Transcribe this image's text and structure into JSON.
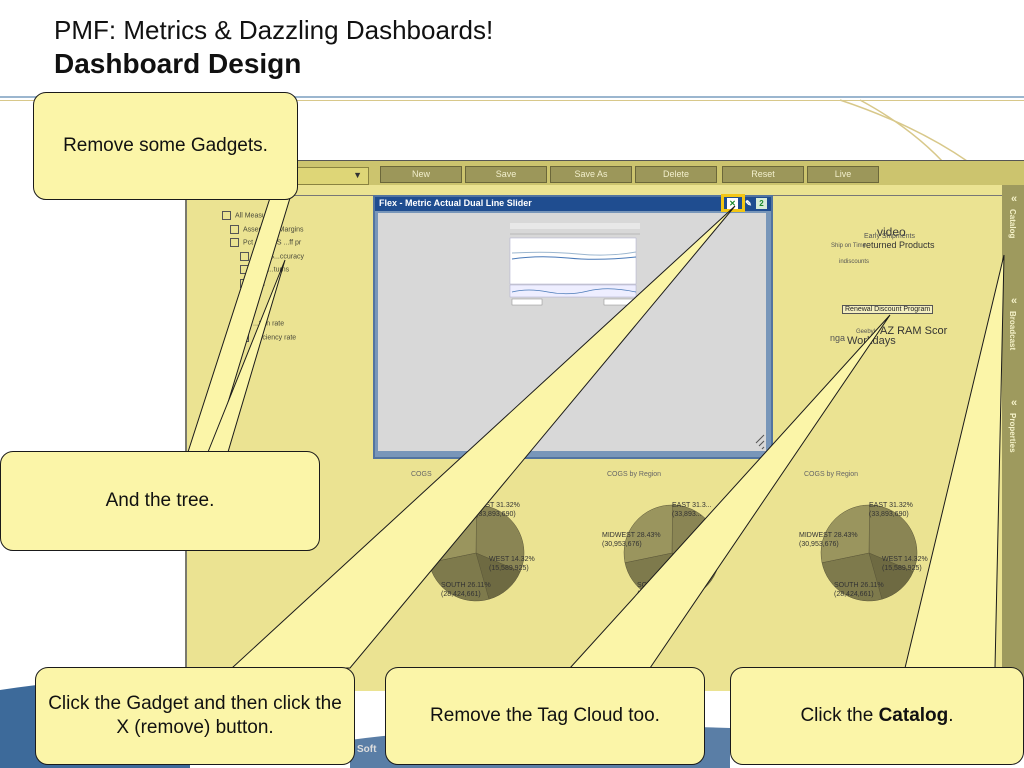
{
  "slide": {
    "title": "PMF: Metrics & Dazzling Dashboards!",
    "subtitle": "Dashboard Design",
    "footer": "Soft"
  },
  "toolbar": {
    "buttons": [
      {
        "label": "New"
      },
      {
        "label": "Save"
      },
      {
        "label": "Save As"
      },
      {
        "label": "Delete"
      },
      {
        "label": "Reset"
      },
      {
        "label": "Live"
      }
    ]
  },
  "tree": {
    "items": [
      "All Measures",
      "Assembly...Margins",
      "Pct ASN ...S ...ff pr",
      "Pct AS...ccuracy",
      "Prod...turns",
      "Pr...",
      "",
      "",
      "...tion rate",
      "...ficiency rate"
    ]
  },
  "gadget": {
    "title": "Flex - Metric Actual Dual Line Slider",
    "close_label": "✕",
    "edit_label": "✎",
    "help_label": "2"
  },
  "side_panel": {
    "tabs": [
      "Catalog",
      "Broadcast",
      "Properties"
    ]
  },
  "tag_cloud": {
    "words": [
      "video",
      "Early Shipments",
      "returned Products",
      "Ship on Time",
      "indiscounts",
      "Renewal Discount Program",
      "AZ RAM Scor",
      "Geebyle",
      "Workdays",
      "nga"
    ]
  },
  "pies": [
    {
      "title": "COGS",
      "labels": {
        "east": "EAST 31.32%\n(33,893,690)",
        "midwest": "...EST 28.43%\n(...53,676)",
        "west": "WEST 14.32%\n(15,589,925)",
        "south": "SOUTH 26.11%\n(28,424,661)"
      }
    },
    {
      "title": "COGS by Region",
      "labels": {
        "east": "EAST 31.3...\n(33,893...",
        "midwest": "MIDWEST 28.43%\n(30,953,676)",
        "west": "...32%\n...925)",
        "south": "SOUTH 26.11%\n(28,424,661)"
      }
    },
    {
      "title": "COGS by Region",
      "labels": {
        "east": "EAST 31.32%\n(33,893,690)",
        "midwest": "MIDWEST 28.43%\n(30,953,676)",
        "west": "WEST 14.32%\n(15,589,925)",
        "south": "SOUTH 26.11%\n(28,424,661)"
      }
    }
  ],
  "callouts": {
    "remove_gadgets": "Remove some Gadgets.",
    "tree": "And the tree.",
    "click_gadget": "Click the Gadget and then click the X (remove) button.",
    "tag_cloud": "Remove the Tag Cloud too.",
    "catalog_prefix": "Click the ",
    "catalog_bold": "Catalog",
    "catalog_suffix": "."
  },
  "colors": {
    "callout_fill": "#fbf5a8",
    "app_background": "#ebe392",
    "gadget_title_bar": "#1f4d90",
    "highlight": "#f2c615"
  }
}
